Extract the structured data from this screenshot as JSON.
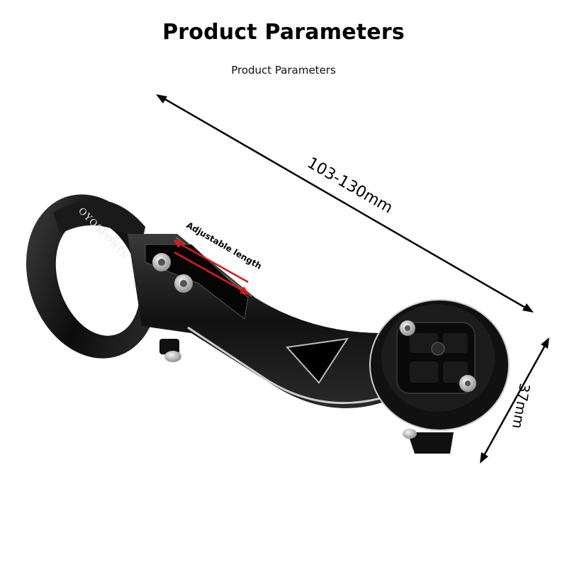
{
  "header": {
    "title": "Product Parameters",
    "subtitle": "Product Parameters"
  },
  "dimensions": {
    "length": "103-130mm",
    "height": "37mm",
    "adjustable": "Adjustable length"
  },
  "product": {
    "brand": "OYOSPORTS"
  }
}
